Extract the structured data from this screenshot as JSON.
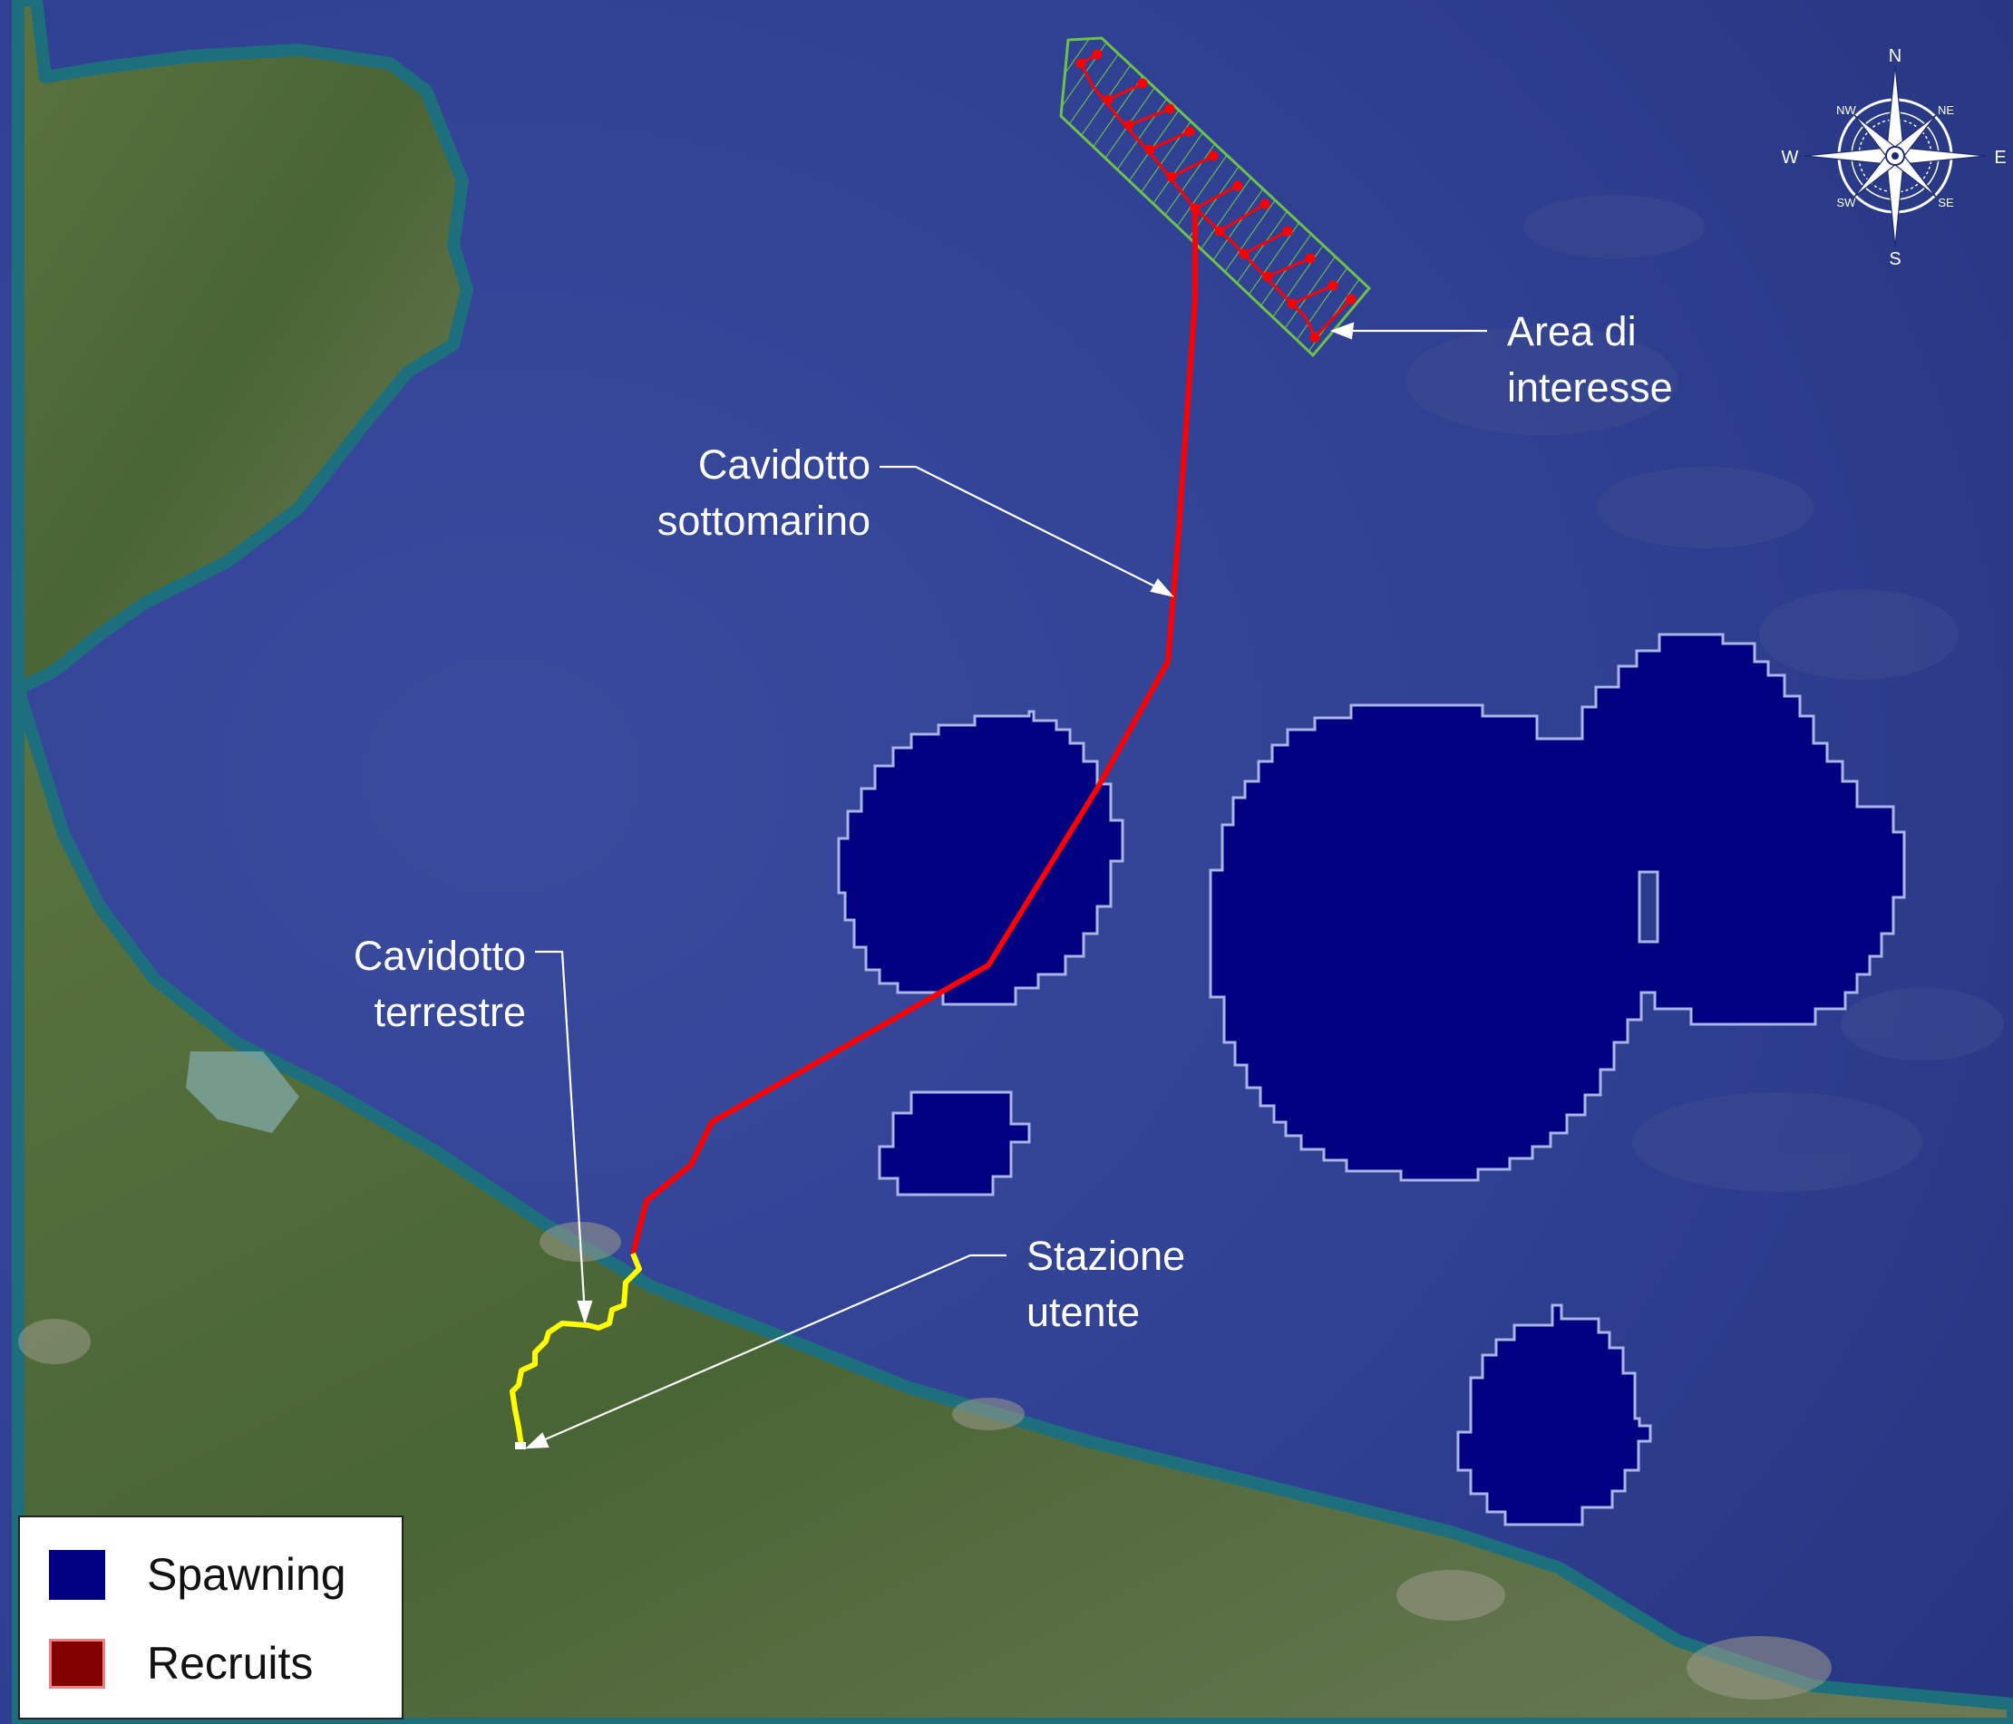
{
  "labels": {
    "area_interesse": [
      "Area di",
      "interesse"
    ],
    "cavidotto_sottomarino": [
      "Cavidotto",
      "sottomarino"
    ],
    "cavidotto_terrestre": [
      "Cavidotto",
      "terrestre"
    ],
    "stazione_utente": [
      "Stazione",
      "utente"
    ]
  },
  "compass": {
    "n": "N",
    "s": "S",
    "e": "E",
    "w": "W",
    "ne": "NE",
    "nw": "NW",
    "se": "SE",
    "sw": "SW"
  },
  "legend": [
    {
      "label": "Spawning",
      "color": "#000080"
    },
    {
      "label": "Recruits",
      "color": "#800000"
    }
  ],
  "colors": {
    "sea": "#2b3b8c",
    "land": "#4d6a3a",
    "spawning_fill": "#000080",
    "spawning_stroke": "#a9b4e8",
    "submarine_cable": "#ff0000",
    "land_cable": "#ffff00",
    "area_hatch": "#6cc24a"
  }
}
